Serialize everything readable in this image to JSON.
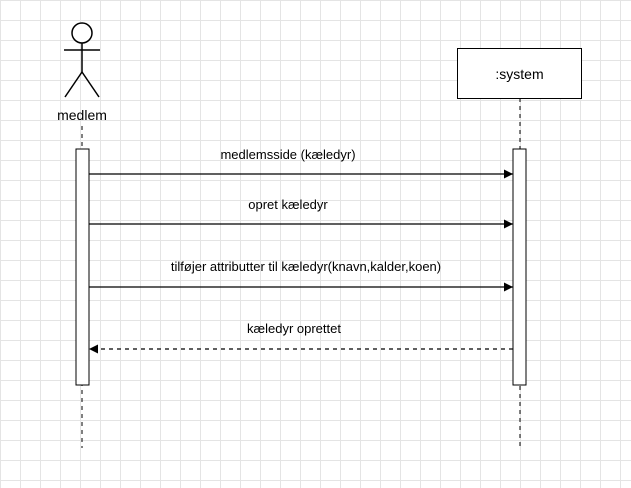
{
  "actor": {
    "label": "medlem"
  },
  "system": {
    "label": ":system"
  },
  "messages": [
    {
      "label": "medlemsside (kæledyr)",
      "direction": "to-system",
      "style": "solid"
    },
    {
      "label": "opret kæledyr",
      "direction": "to-system",
      "style": "solid"
    },
    {
      "label": "tilføjer attributter til kæledyr(knavn,kalder,koen)",
      "direction": "to-system",
      "style": "solid"
    },
    {
      "label": "kæledyr oprettet",
      "direction": "to-actor",
      "style": "dashed"
    }
  ]
}
